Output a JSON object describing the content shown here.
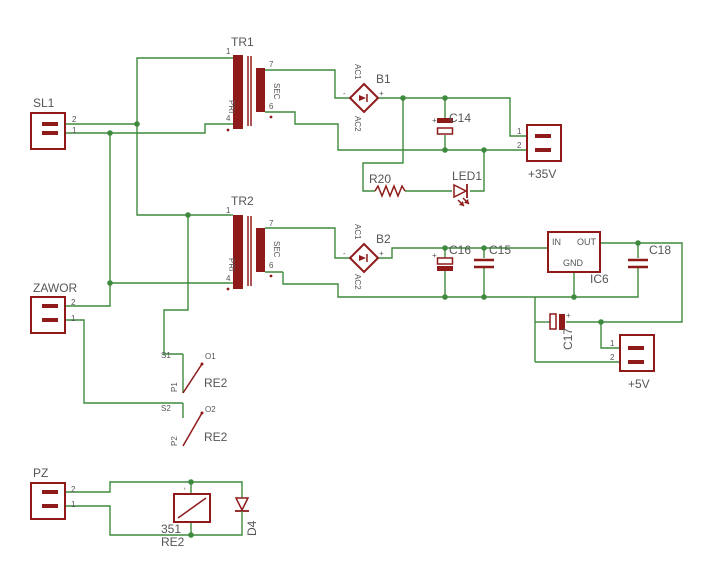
{
  "labels": {
    "sl1": "SL1",
    "zawor": "ZAWOR",
    "pz": "PZ",
    "tr1": "TR1",
    "tr2": "TR2",
    "pri": "PRI",
    "sec": "SEC",
    "b1": "B1",
    "b2": "B2",
    "ac1": "AC1",
    "ac2": "AC2",
    "minus": "-",
    "plus": "+",
    "c14": "C14",
    "c15": "C15",
    "c16": "C16",
    "c17": "C17",
    "c18": "C18",
    "r20": "R20",
    "led1": "LED1",
    "ic6": "IC6",
    "ic_in": "IN",
    "ic_out": "OUT",
    "ic_gnd": "GND",
    "v35": "+35V",
    "v5": "+5V",
    "re2": "RE2",
    "s1": "S1",
    "o1": "O1",
    "s2": "S2",
    "o2": "O2",
    "p1": "P1",
    "p2": "P2",
    "d4": "D4",
    "n351": "351",
    "pin1": "1",
    "pin2": "2",
    "pin4": "4",
    "pin6": "6",
    "pin7": "7"
  }
}
